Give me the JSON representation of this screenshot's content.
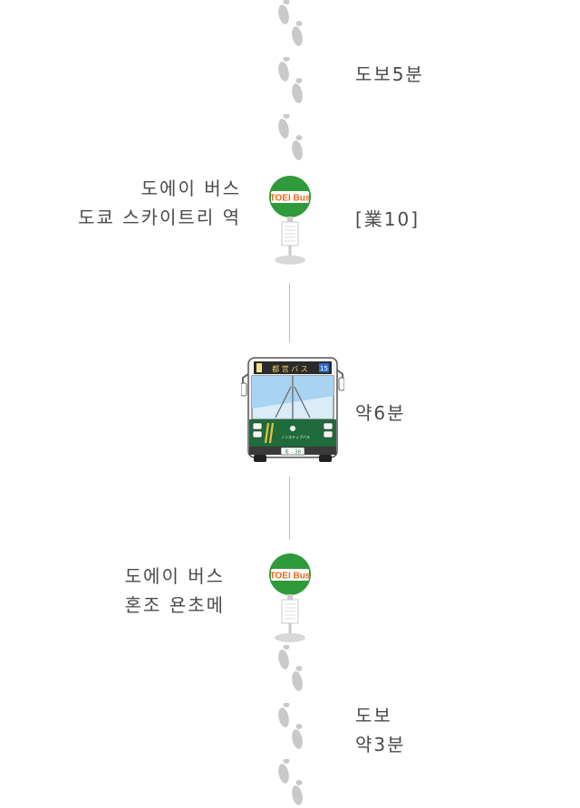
{
  "walk1": {
    "label": "도보5분"
  },
  "stop1": {
    "line1": "도에이 버스",
    "line2": "도쿄 스카이트리 역",
    "route": "[業10]",
    "sign_text": "TOEI Bus"
  },
  "bus": {
    "duration": "약6분",
    "destination_sign": "都 営 バ ス",
    "route_number": "15",
    "plate": "を - 38"
  },
  "stop2": {
    "line1": "도에이 버스",
    "line2": "혼조 욘초메",
    "sign_text": "TOEI Bus"
  },
  "walk2": {
    "line1": "도보",
    "line2": "약3분"
  },
  "colors": {
    "text": "#4a4a4a",
    "footprint": "#c9c9c9",
    "stop_green": "#2e9a3a",
    "stop_label_orange": "#e8671c",
    "bus_green": "#1f6b3a",
    "line": "#bdbdbd"
  }
}
